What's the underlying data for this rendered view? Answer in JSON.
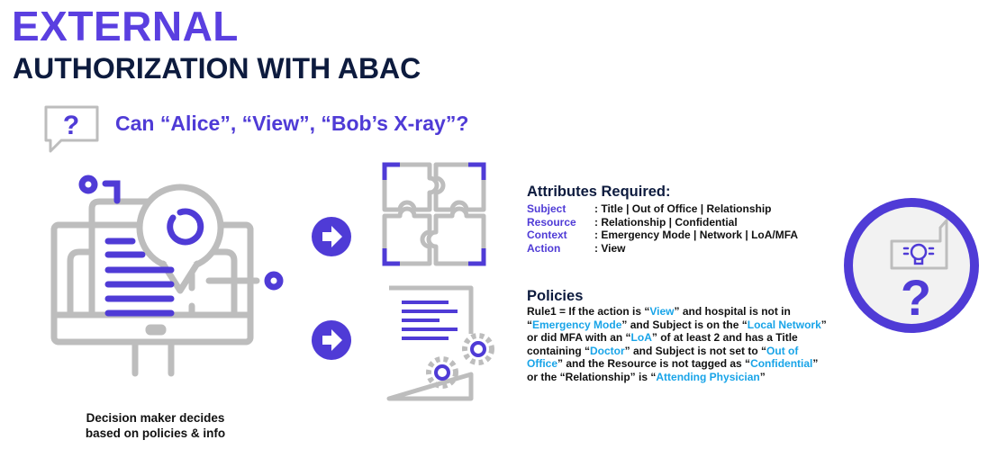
{
  "title": {
    "line1": "EXTERNAL",
    "line2": "AUTHORIZATION WITH ABAC"
  },
  "question": "Can “Alice”, “View”, “Bob’s X-ray”?",
  "caption": {
    "line1": "Decision maker decides",
    "line2": "based on policies & info"
  },
  "colors": {
    "purple": "#4f3bd6",
    "navy": "#0d1b3e",
    "highlight": "#18a4e8",
    "gray": "#bdbdbd"
  },
  "attributes": {
    "heading": "Attributes Required:",
    "rows": [
      {
        "key": "Subject",
        "value": ": Title | Out of Office | Relationship"
      },
      {
        "key": "Resource",
        "value": ": Relationship | Confidential"
      },
      {
        "key": "Context",
        "value": ": Emergency Mode | Network | LoA/MFA"
      },
      {
        "key": "Action",
        "value": ": View"
      }
    ]
  },
  "policies": {
    "heading": "Policies",
    "rule_segments": [
      {
        "text": "Rule1 = If the action is “",
        "hl": false
      },
      {
        "text": "View",
        "hl": true
      },
      {
        "text": "” and hospital is not in “",
        "hl": false
      },
      {
        "text": "Emergency Mode",
        "hl": true
      },
      {
        "text": "” and Subject is on the “",
        "hl": false
      },
      {
        "text": "Local Network",
        "hl": true
      },
      {
        "text": "” or did MFA with an “",
        "hl": false
      },
      {
        "text": "LoA",
        "hl": true
      },
      {
        "text": "” of at least 2 and has a Title containing “",
        "hl": false
      },
      {
        "text": "Doctor",
        "hl": true
      },
      {
        "text": "” and Subject is not set to “",
        "hl": false
      },
      {
        "text": "Out of Office",
        "hl": true
      },
      {
        "text": "” and the Resource is not tagged as “",
        "hl": false
      },
      {
        "text": "Confidential",
        "hl": true
      },
      {
        "text": "” or the “Relationship” is “",
        "hl": false
      },
      {
        "text": "Attending Physician",
        "hl": true
      },
      {
        "text": "”",
        "hl": false
      }
    ]
  },
  "icons": [
    "question-bubble-icon",
    "monitor-document-icon",
    "arrow-right-icon",
    "puzzle-icon",
    "policy-document-gears-icon",
    "idea-question-icon"
  ]
}
